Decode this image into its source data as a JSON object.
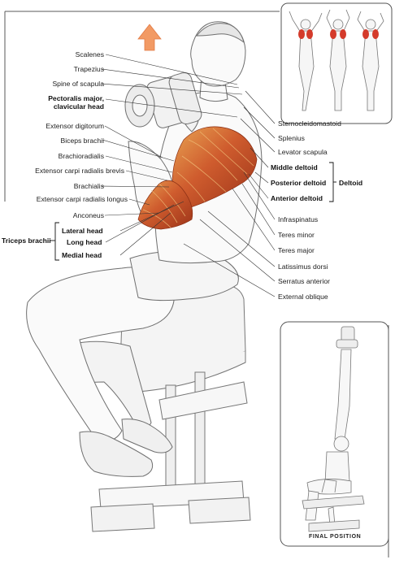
{
  "colors": {
    "muscle": "#c8522a",
    "muscle_highlight": "#e8a04a",
    "outline": "#6f6f6f",
    "arrow": "#f29a64",
    "frame": "#555555"
  },
  "labels_left": {
    "scalenes": "Scalenes",
    "trapezius": "Trapezius",
    "spine_of_scapula": "Spine of scapula",
    "pectoralis_line1": "Pectoralis major,",
    "pectoralis_line2": "clavicular head",
    "extensor_digitorum": "Extensor digitorum",
    "biceps_brachii": "Biceps brachii",
    "brachioradialis": "Brachioradialis",
    "ecr_brevis": "Extensor carpi radialis brevis",
    "brachialis": "Brachialis",
    "ecr_longus": "Extensor carpi radialis longus",
    "anconeus": "Anconeus"
  },
  "triceps": {
    "group": "Triceps brachii",
    "lateral": "Lateral head",
    "long": "Long head",
    "medial": "Medial head"
  },
  "labels_right": {
    "sternocleidomastoid": "Sternocleidomastoid",
    "splenius": "Splenius",
    "levator_scapula": "Levator scapula",
    "infraspinatus": "Infraspinatus",
    "teres_minor": "Teres minor",
    "teres_major": "Teres major",
    "latissimus_dorsi": "Latissimus dorsi",
    "serratus_anterior": "Serratus anterior",
    "external_oblique": "External oblique"
  },
  "deltoid": {
    "group": "Deltoid",
    "middle": "Middle deltoid",
    "posterior": "Posterior deltoid",
    "anterior": "Anterior deltoid"
  },
  "final_caption": "FINAL POSITION"
}
